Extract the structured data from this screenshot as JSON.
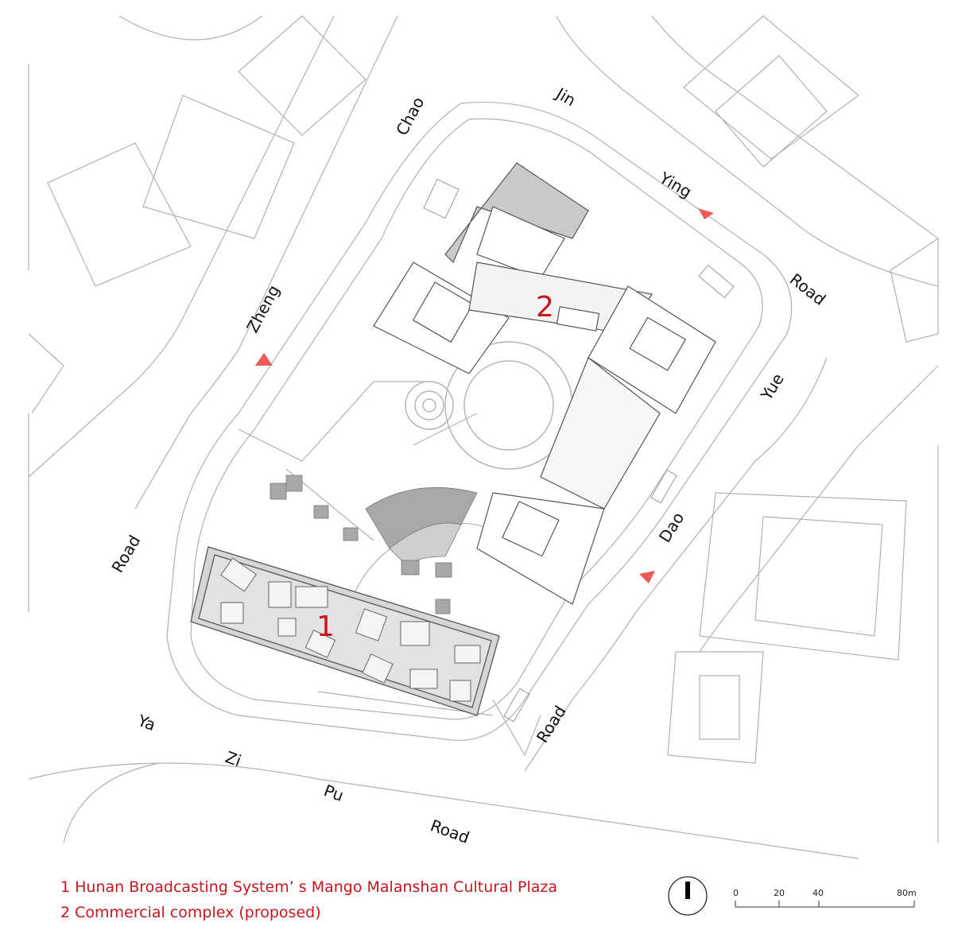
{
  "roads": {
    "chao": "Chao",
    "jin": "Jin",
    "ying": "Ying",
    "road_ne": "Road",
    "zheng": "Zheng",
    "yue": "Yue",
    "dao": "Dao",
    "road_w": "Road",
    "road_se": "Road",
    "ya": "Ya",
    "zi": "Zi",
    "pu": "Pu",
    "road_s": "Road"
  },
  "markers": {
    "one": "1",
    "two": "2"
  },
  "legend": {
    "item1": "1 Hunan Broadcasting System’ s Mango  Malanshan Cultural Plaza",
    "item2": "2 Commercial complex (proposed)"
  },
  "scale_bar": {
    "t0": "0",
    "t20": "20",
    "t40": "40",
    "t80": "80m"
  },
  "colors": {
    "accent": "#c8141e",
    "entrance": "#ee5a5a",
    "line": "#8a8a8a",
    "building": "#cfcfcf"
  }
}
